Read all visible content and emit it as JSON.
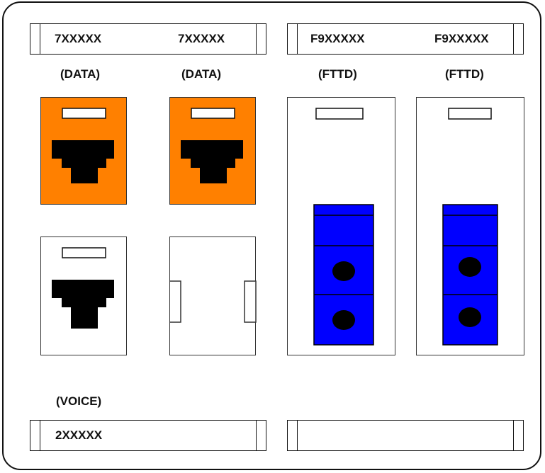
{
  "top_left_strip": {
    "label_left": "7XXXXX",
    "label_right": "7XXXXX"
  },
  "top_right_strip": {
    "label_left": "F9XXXXX",
    "label_right": "F9XXXXX"
  },
  "port_labels": {
    "data_1": "(DATA)",
    "data_2": "(DATA)",
    "fttd_1": "(FTTD)",
    "fttd_2": "(FTTD)",
    "voice": "(VOICE)"
  },
  "bottom_left_strip": {
    "label": "2XXXXX"
  },
  "bottom_right_strip": {
    "label": ""
  },
  "colors": {
    "data_module": "#ff8000",
    "fiber_connector": "#0000ff",
    "jack": "#000000",
    "outline": "#111111"
  },
  "icons": {
    "rj45_jack": "rj45-jack-icon",
    "fiber_connector": "duplex-fiber-connector-icon",
    "blank_insert": "blank-insert-icon"
  }
}
